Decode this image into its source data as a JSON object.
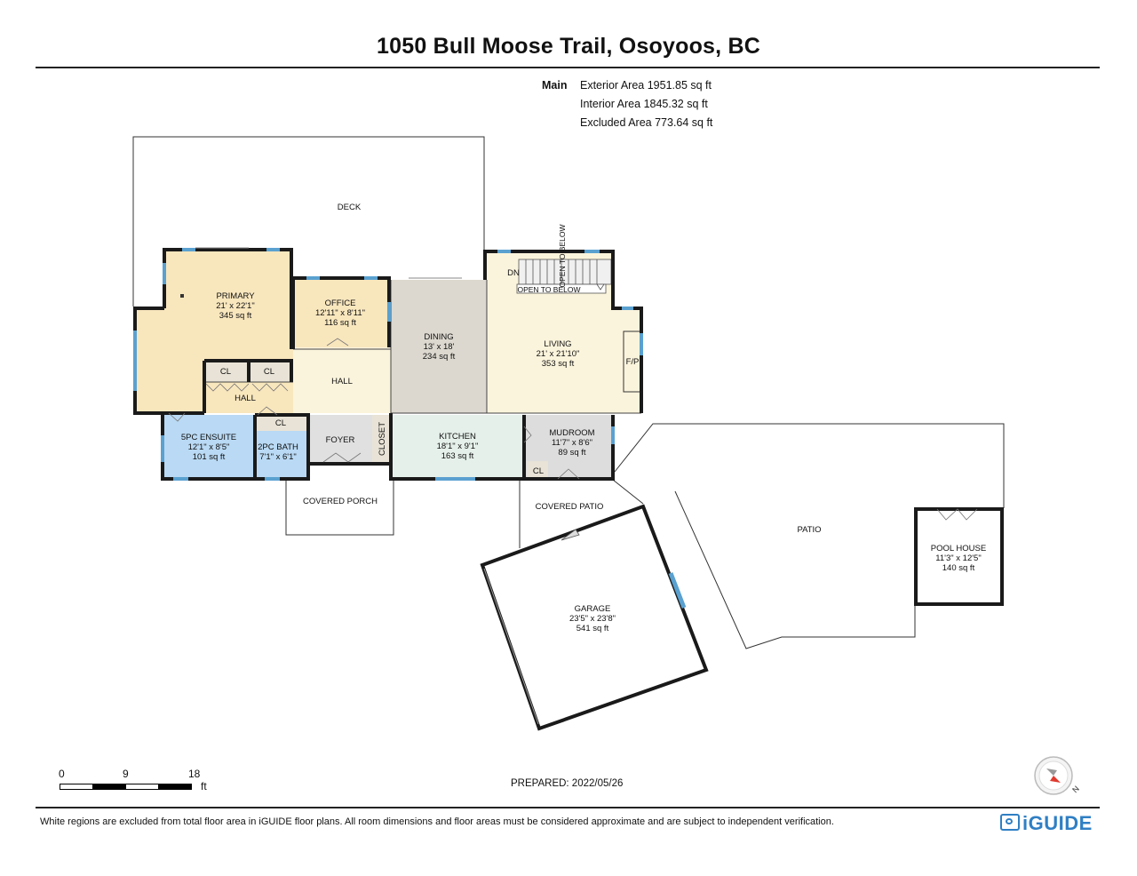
{
  "title": "1050 Bull Moose Trail, Osoyoos, BC",
  "area_summary": {
    "floor": "Main",
    "lines": [
      "Exterior Area 1951.85 sq ft",
      "Interior Area 1845.32 sq ft",
      "Excluded Area 773.64 sq ft"
    ]
  },
  "rooms": {
    "deck": {
      "name": "DECK"
    },
    "primary": {
      "name": "PRIMARY",
      "dims": "21' x 22'1\"",
      "area": "345 sq ft"
    },
    "office": {
      "name": "OFFICE",
      "dims": "12'11\" x 8'11\"",
      "area": "116 sq ft"
    },
    "dining": {
      "name": "DINING",
      "dims": "13' x 18'",
      "area": "234 sq ft"
    },
    "living": {
      "name": "LIVING",
      "dims": "21' x 21'10\"",
      "area": "353 sq ft"
    },
    "hall_upper": {
      "name": "HALL"
    },
    "hall_lower": {
      "name": "HALL"
    },
    "cl_1": {
      "name": "CL"
    },
    "cl_2": {
      "name": "CL"
    },
    "cl_3": {
      "name": "CL"
    },
    "cl_4": {
      "name": "CL"
    },
    "ensuite": {
      "name": "5PC ENSUITE",
      "dims": "12'1\" x 8'5\"",
      "area": "101 sq ft"
    },
    "bath2": {
      "name": "2PC BATH",
      "dims": "7'1\" x 6'1\""
    },
    "foyer": {
      "name": "FOYER"
    },
    "closet": {
      "name": "CLOSET"
    },
    "kitchen": {
      "name": "KITCHEN",
      "dims": "18'1\" x 9'1\"",
      "area": "163 sq ft"
    },
    "mudroom": {
      "name": "MUDROOM",
      "dims": "11'7\" x 8'6\"",
      "area": "89 sq ft"
    },
    "covered_porch": {
      "name": "COVERED PORCH"
    },
    "covered_patio": {
      "name": "COVERED PATIO"
    },
    "patio": {
      "name": "PATIO"
    },
    "garage": {
      "name": "GARAGE",
      "dims": "23'5\" x 23'8\"",
      "area": "541 sq ft"
    },
    "pool_house": {
      "name": "POOL HOUSE",
      "dims": "11'3\" x 12'5\"",
      "area": "140 sq ft"
    },
    "fireplace": {
      "name": "F/P"
    }
  },
  "stairs": {
    "down_label": "DN",
    "open_below_1": "OPEN TO BELOW",
    "open_below_2": "OPEN TO BELOW"
  },
  "colors": {
    "primary": "#f8e6bd",
    "office": "#f8e6bd",
    "dining": "#dcd8cf",
    "living": "#fbf4dc",
    "hall": "#fbf4dc",
    "ensuite": "#b9d9f4",
    "bath": "#b9d9f4",
    "foyer": "#e0e0e0",
    "closet": "#e8e3d6",
    "kitchen": "#e5f0ea",
    "mudroom": "#dddddd",
    "window": "#5aa1d0",
    "wall": "#1a1a1a",
    "logo": "#2f7fc4"
  },
  "scale": {
    "marks": [
      "0",
      "9",
      "18"
    ],
    "unit": "ft"
  },
  "prepared": "PREPARED: 2022/05/26",
  "compass_letter": "N",
  "disclaimer": "White regions are excluded from total floor area in iGUIDE floor plans. All room dimensions and floor areas must be considered approximate and are subject to independent verification.",
  "logo": "iGUIDE"
}
